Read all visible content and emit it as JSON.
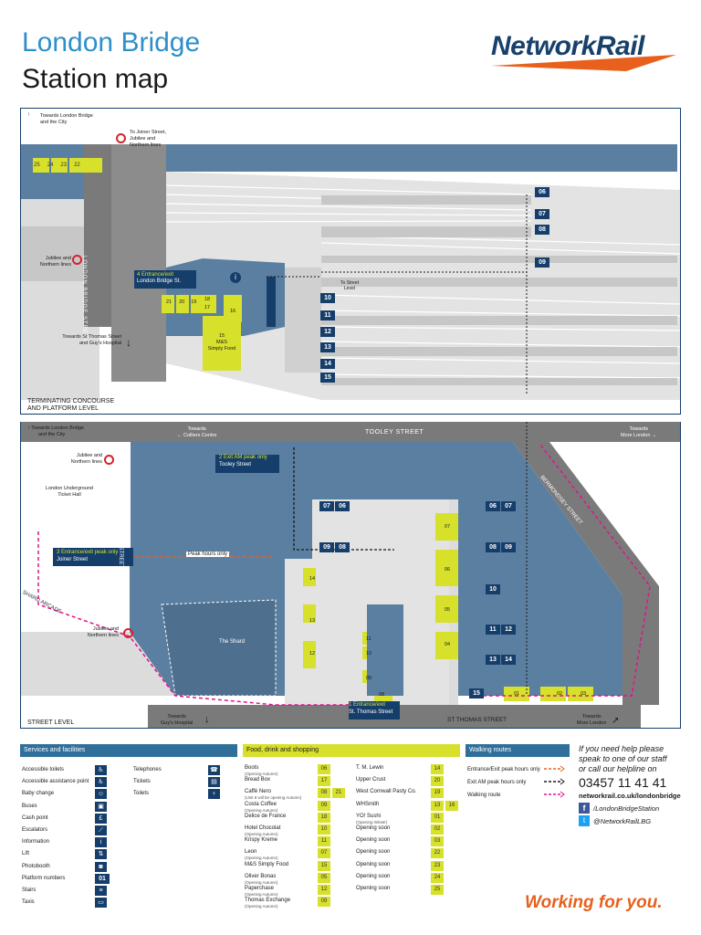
{
  "header": {
    "title": "London Bridge",
    "subtitle": "Station map",
    "brand": "NetworkRail"
  },
  "colors": {
    "navy": "#163e6b",
    "concourse_blue": "#5b7fa0",
    "floor_grey": "#dcdcdc",
    "road_grey": "#7a7a7a",
    "retail_yellow": "#d7e02a",
    "legend_blue": "#2f6f99",
    "accent_orange": "#e8601c",
    "route_pink": "#e0138c",
    "title_blue": "#2f8fc9"
  },
  "upper_map": {
    "level_label": [
      "TERMINATING CONCOURSE",
      "AND PLATFORM LEVEL"
    ],
    "towards_north": [
      "Towards London Bridge",
      "and the City"
    ],
    "to_joiner": [
      "To Joiner Street,",
      "Jubilee and",
      "Northern lines"
    ],
    "street_name": "LONDON BRIDGE STREET",
    "jubilee": [
      "Jubilee and",
      "Northern lines"
    ],
    "towards_south": [
      "Towards St Thomas Street",
      "and Guy's Hospital"
    ],
    "entrance": "Entrance/exit",
    "entrance_sub": "London Bridge St.",
    "entrance_num": "4",
    "to_street": [
      "To Street",
      "Level"
    ],
    "shop_ms": [
      "15",
      "M&S",
      "Simply Food"
    ],
    "units_top": [
      "25",
      "24",
      "23",
      "22"
    ],
    "units_mid": [
      "21",
      "20",
      "19",
      "18",
      "17",
      "16"
    ],
    "platforms_high": [
      "06",
      "07",
      "08",
      "09"
    ],
    "platforms_low": [
      "10",
      "11",
      "12",
      "13",
      "14",
      "15"
    ]
  },
  "lower_map": {
    "level_label": "STREET LEVEL",
    "tooley": "TOOLEY STREET",
    "st_thomas": "ST THOMAS STREET",
    "bermondsey": "BERMONDSEY STREET",
    "joiner": "JOINER STREET",
    "shard_arcade": "SHARD ARCADE",
    "the_shard": "The Shard",
    "towards_city": [
      "Towards London Bridge",
      "and the City"
    ],
    "towards_colliers": [
      "Towards",
      "Colliers Centre"
    ],
    "towards_more_london_top": [
      "Towards",
      "More London"
    ],
    "towards_more_london_bottom": [
      "Towards",
      "More London"
    ],
    "towards_guys": [
      "Towards",
      "Guy's Hospital"
    ],
    "jubilee_top": [
      "Jubilee and",
      "Northern lines"
    ],
    "jubilee_bottom": [
      "Jubilee and",
      "Northern lines"
    ],
    "ticket_hall": [
      "London Underground",
      "Ticket Hall"
    ],
    "exit_am": "Exit AM peak only",
    "exit_am_sub": "Tooley Street",
    "exit_am_num": "2",
    "entrance_peak": "Entrance/exit peak only",
    "entrance_peak_sub": "Joiner Street",
    "entrance_peak_num": "3",
    "peak_hours": "Peak hours only",
    "entrance_thomas": "Entrance/exit",
    "entrance_thomas_sub": "St. Thomas Street",
    "entrance_thomas_num": "1",
    "left_platforms_a": [
      "07",
      "06"
    ],
    "left_platforms_b": [
      "09",
      "08"
    ],
    "right_platforms": [
      [
        "06",
        "07"
      ],
      [
        "08",
        "09"
      ],
      [
        "10"
      ],
      [
        "11",
        "12"
      ],
      [
        "13",
        "14"
      ],
      [
        "15"
      ]
    ],
    "units_center": [
      "07",
      "06",
      "05",
      "04",
      "03"
    ],
    "units_left": [
      "14",
      "13",
      "12"
    ],
    "units_col": [
      "11",
      "10",
      "09"
    ],
    "units_bottom": [
      "08",
      "01",
      "02",
      "03"
    ]
  },
  "legend": {
    "services": {
      "heading": "Services and facilities",
      "items": [
        {
          "label": "Accessible toilets",
          "icon": "accessible-toilet-icon"
        },
        {
          "label": "Accessible assistance point",
          "icon": "assistance-icon"
        },
        {
          "label": "Baby change",
          "icon": "baby-change-icon"
        },
        {
          "label": "Buses",
          "icon": "bus-icon"
        },
        {
          "label": "Cash point",
          "icon": "cash-icon"
        },
        {
          "label": "Escalators",
          "icon": "escalator-icon"
        },
        {
          "label": "Information",
          "icon": "info-icon"
        },
        {
          "label": "Lift",
          "icon": "lift-icon"
        },
        {
          "label": "Photobooth",
          "icon": "camera-icon"
        },
        {
          "label": "Platform numbers",
          "icon": "platform-number-icon",
          "badge": "01"
        },
        {
          "label": "Stairs",
          "icon": "stairs-icon"
        },
        {
          "label": "Taxis",
          "icon": "taxi-icon"
        }
      ],
      "items2": [
        {
          "label": "Telephones",
          "icon": "telephone-icon"
        },
        {
          "label": "Tickets",
          "icon": "ticket-icon"
        },
        {
          "label": "Toilets",
          "icon": "toilets-icon"
        }
      ]
    },
    "food": {
      "heading": "Food, drink and shopping",
      "col1": [
        {
          "name": "Boots",
          "sub": "(Opening Autumn)",
          "units": [
            "06"
          ]
        },
        {
          "name": "Bread Box",
          "sub": "",
          "units": [
            "17"
          ]
        },
        {
          "name": "Caffè Nero",
          "sub": "(Unit 8 will be opening Autumn)",
          "units": [
            "08",
            "21"
          ]
        },
        {
          "name": "Costa Coffee",
          "sub": "(Opening Autumn)",
          "units": [
            "09"
          ]
        },
        {
          "name": "Delice de France",
          "sub": "",
          "units": [
            "18"
          ]
        },
        {
          "name": "Hotel Chocolat",
          "sub": "(Opening Autumn)",
          "units": [
            "10"
          ]
        },
        {
          "name": "Krispy Kreme",
          "sub": "",
          "units": [
            "11"
          ]
        },
        {
          "name": "Leon",
          "sub": "(Opening Autumn)",
          "units": [
            "07"
          ]
        },
        {
          "name": "M&S Simply Food",
          "sub": "",
          "units": [
            "15"
          ]
        },
        {
          "name": "Oliver Bonas",
          "sub": "(Opening Autumn)",
          "units": [
            "05"
          ]
        },
        {
          "name": "Paperchase",
          "sub": "(Opening Autumn)",
          "units": [
            "12"
          ]
        },
        {
          "name": "Thomas Exchange",
          "sub": "(Opening Autumn)",
          "units": [
            "09"
          ]
        }
      ],
      "col2": [
        {
          "name": "T. M. Lewin",
          "sub": "",
          "units": [
            "14"
          ]
        },
        {
          "name": "Upper Crust",
          "sub": "",
          "units": [
            "20"
          ]
        },
        {
          "name": "West Cornwall Pasty Co.",
          "sub": "",
          "units": [
            "19"
          ]
        },
        {
          "name": "WHSmith",
          "sub": "",
          "units": [
            "13",
            "16"
          ]
        },
        {
          "name": "YO! Sushi",
          "sub": "(Opening Winter)",
          "units": [
            "01"
          ]
        },
        {
          "name": "Opening soon",
          "sub": "",
          "units": [
            "02"
          ]
        },
        {
          "name": "Opening soon",
          "sub": "",
          "units": [
            "03"
          ]
        },
        {
          "name": "Opening soon",
          "sub": "",
          "units": [
            "22"
          ]
        },
        {
          "name": "Opening soon",
          "sub": "",
          "units": [
            "23"
          ]
        },
        {
          "name": "Opening soon",
          "sub": "",
          "units": [
            "24"
          ]
        },
        {
          "name": "Opening soon",
          "sub": "",
          "units": [
            "25"
          ]
        }
      ]
    },
    "walking": {
      "heading": "Walking routes",
      "items": [
        "Entrance/Exit peak hours only",
        "Exit AM peak hours only",
        "Walking route"
      ]
    }
  },
  "help": {
    "line1": "If you need help please",
    "line2": "speak to one of our staff",
    "line3": "or call our helpline on",
    "phone": "03457 11 41 41",
    "url": "networkrail.co.uk/londonbridge",
    "facebook": "/LondonBridgeStation",
    "twitter": "@NetworkRailLBG"
  },
  "footer": {
    "tagline": "Working for you."
  }
}
